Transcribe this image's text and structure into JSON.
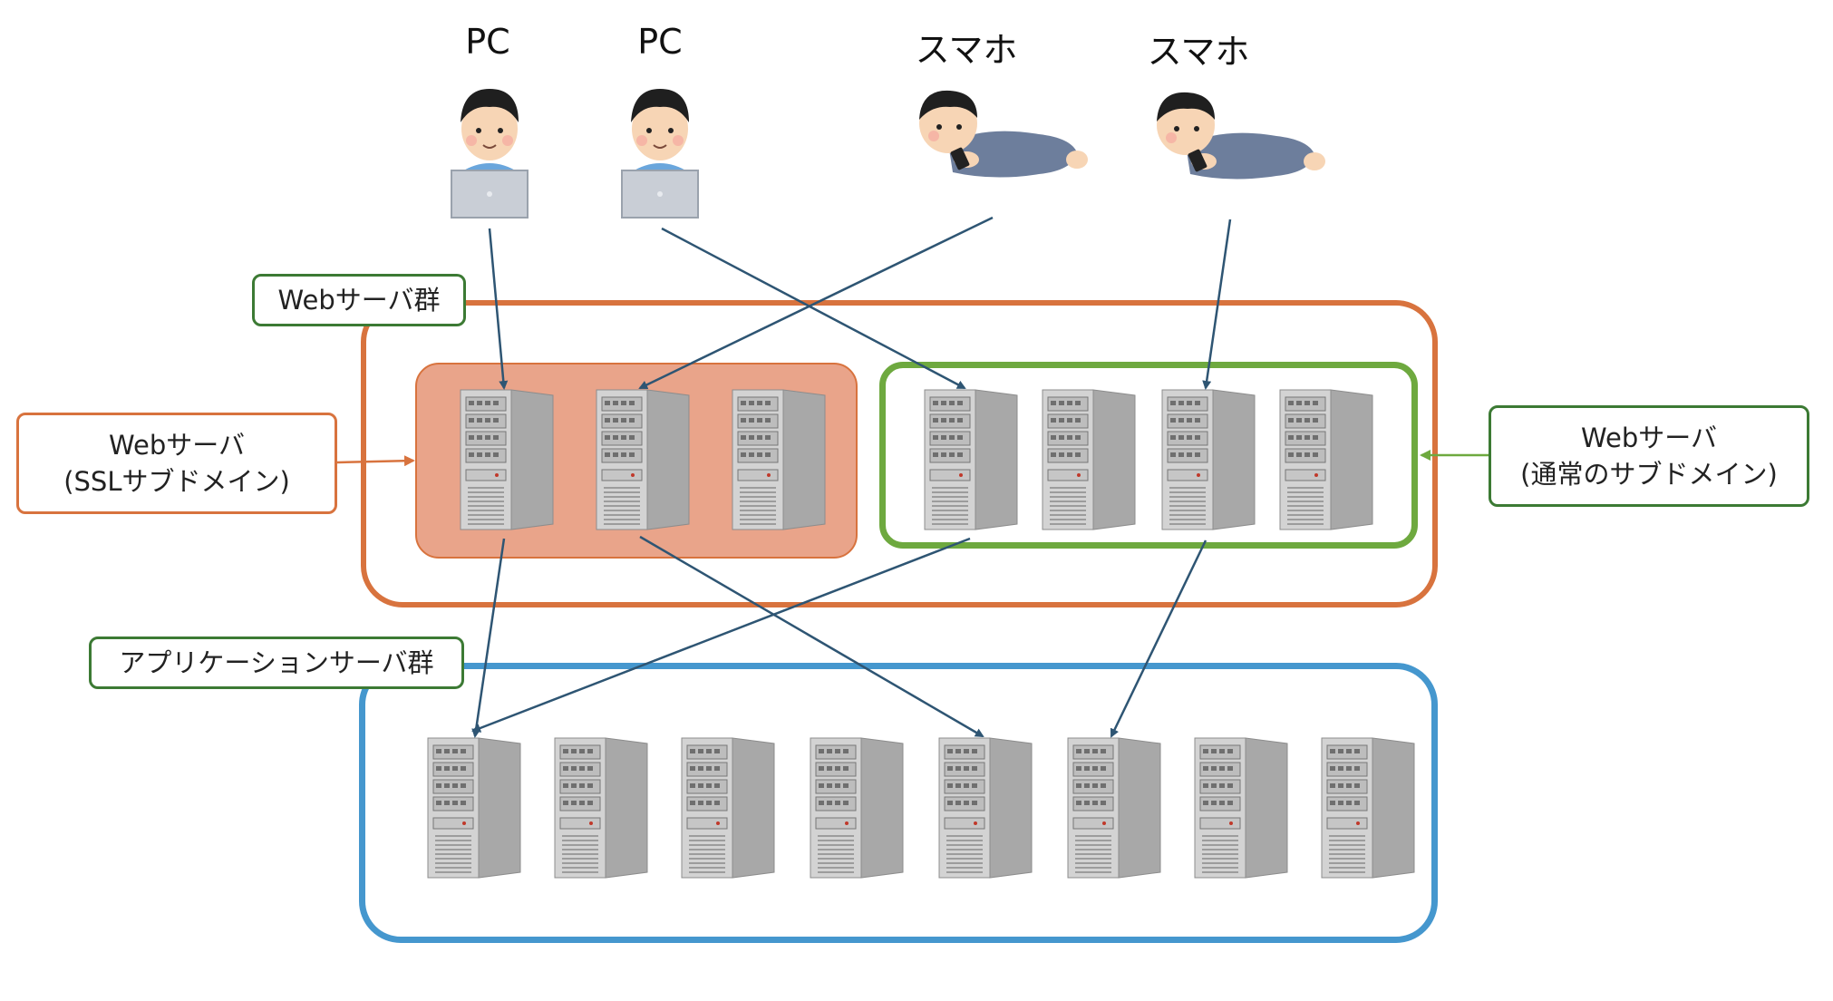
{
  "clients": [
    {
      "label": "PC",
      "kind": "pc"
    },
    {
      "label": "PC",
      "kind": "pc"
    },
    {
      "label": "スマホ",
      "kind": "smartphone"
    },
    {
      "label": "スマホ",
      "kind": "smartphone"
    }
  ],
  "labels": {
    "web_group": "Webサーバ群",
    "ssl_web": {
      "line1": "Webサーバ",
      "line2": "(SSLサブドメイン)"
    },
    "normal_web": {
      "line1": "Webサーバ",
      "line2": "(通常のサブドメイン)"
    },
    "app_group": "アプリケーションサーバ群"
  },
  "servers": {
    "ssl_count": 3,
    "normal_count": 4,
    "app_count": 8
  },
  "colors": {
    "web_group_border": "#d8733e",
    "ssl_fill": "#e9a48a",
    "normal_border": "#6ea93f",
    "app_border": "#4597ce",
    "arrow": "#2e5573",
    "label_green": "#3c7a34"
  },
  "icons": {
    "server": "tower-server-icon",
    "pc_user": "laptop-user-icon",
    "phone_user": "lying-phone-user-icon"
  }
}
